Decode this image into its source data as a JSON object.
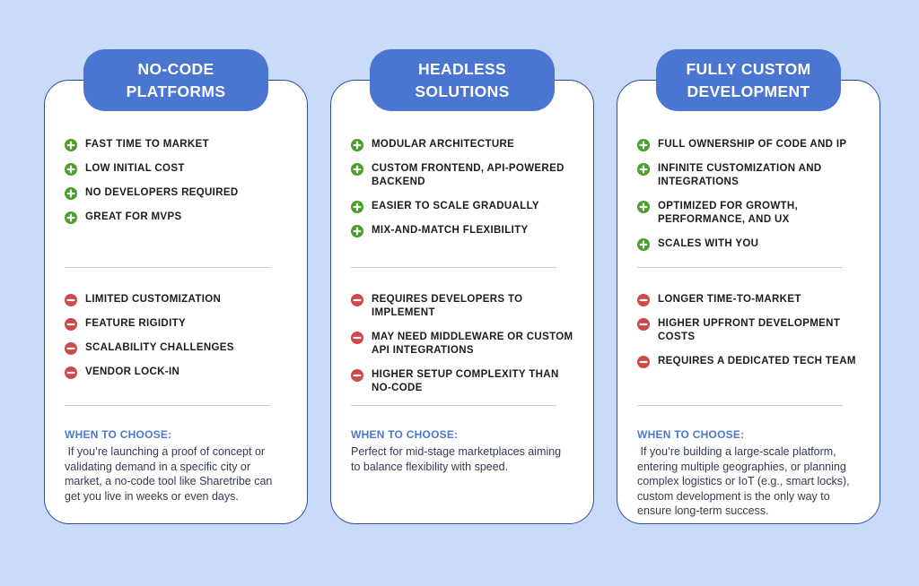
{
  "page": {
    "background_color": "#c9dbf8",
    "kind": "marketplace-tech-comparison-infographic"
  },
  "colors": {
    "pill_blue": "#4a76d2",
    "card_border": "#2e4d9c",
    "pro_green": "#4a9e2a",
    "con_red": "#cd4a49",
    "choose_label_blue": "#4d78cb",
    "divider_gray": "#cccccc",
    "item_text": "#1c1c1e",
    "paragraph_text": "#333c4d"
  },
  "icons": {
    "pro": "plus-icon",
    "con": "minus-icon"
  },
  "columns": [
    {
      "title_line1": "NO-CODE",
      "title_line2": "PLATFORMS",
      "pros": [
        "FAST TIME TO MARKET",
        "LOW INITIAL COST",
        "NO DEVELOPERS REQUIRED",
        "GREAT FOR MVPS"
      ],
      "cons": [
        "LIMITED CUSTOMIZATION",
        "FEATURE RIGIDITY",
        "SCALABILITY CHALLENGES",
        "VENDOR LOCK-IN"
      ],
      "when_label": "WHEN TO CHOOSE:",
      "when_text": " If you’re launching a proof of concept or validating demand in a specific city or market, a no-code tool like Sharetribe can get you live in weeks or even days."
    },
    {
      "title_line1": "HEADLESS",
      "title_line2": "SOLUTIONS",
      "pros": [
        "MODULAR ARCHITECTURE",
        "CUSTOM FRONTEND, API-POWERED BACKEND",
        "EASIER TO SCALE GRADUALLY",
        "MIX-AND-MATCH FLEXIBILITY"
      ],
      "cons": [
        "REQUIRES DEVELOPERS TO IMPLEMENT",
        "MAY NEED MIDDLEWARE OR CUSTOM API INTEGRATIONS",
        "HIGHER SETUP COMPLEXITY THAN NO-CODE"
      ],
      "when_label": "WHEN TO CHOOSE:",
      "when_text": "Perfect for mid-stage marketplaces aiming to balance flexibility with speed."
    },
    {
      "title_line1": "FULLY CUSTOM",
      "title_line2": "DEVELOPMENT",
      "pros": [
        "FULL OWNERSHIP OF CODE AND IP",
        "INFINITE CUSTOMIZATION AND INTEGRATIONS",
        "OPTIMIZED FOR GROWTH, PERFORMANCE, AND UX",
        "SCALES WITH YOU"
      ],
      "cons": [
        "LONGER TIME-TO-MARKET",
        "HIGHER UPFRONT DEVELOPMENT COSTS",
        "REQUIRES A DEDICATED TECH TEAM"
      ],
      "when_label": "WHEN TO CHOOSE:",
      "when_text": " If you’re building a large-scale platform, entering multiple geographies, or planning complex logistics or IoT (e.g., smart locks), custom development is the only way to ensure long-term success."
    }
  ]
}
